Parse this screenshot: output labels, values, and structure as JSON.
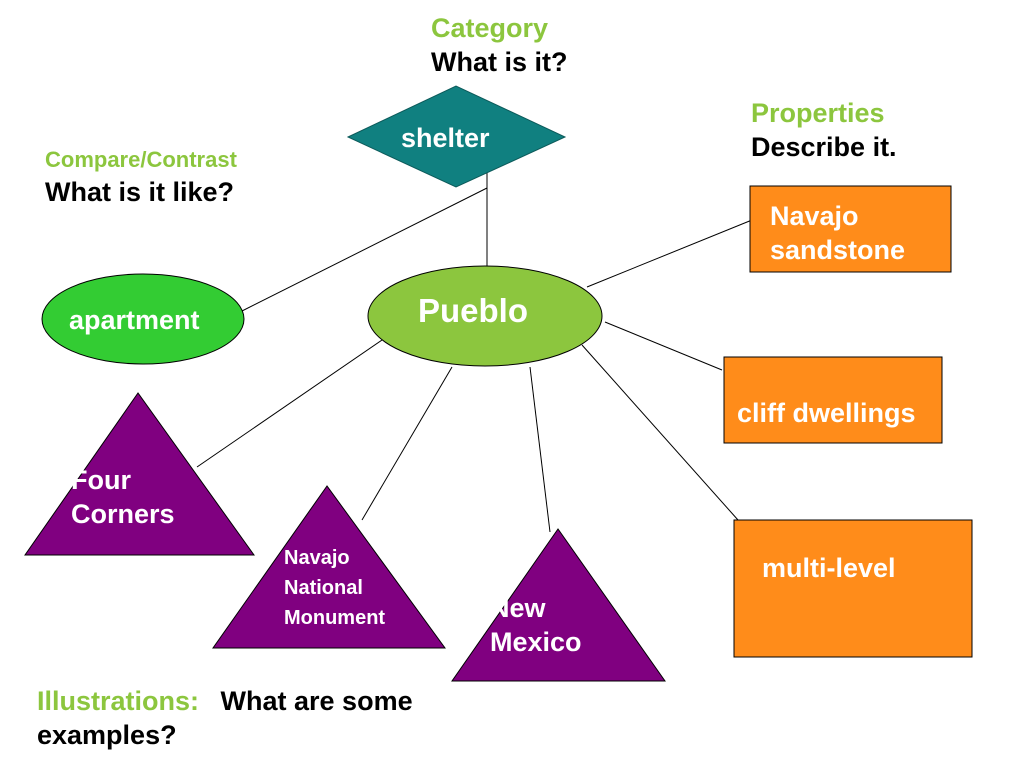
{
  "colors": {
    "label_green": "#8cc63e",
    "shelter_fill": "#108080",
    "pueblo_fill": "#8cc63e",
    "apartment_fill": "#33cc33",
    "orange_fill": "#ff8c1a",
    "purple_fill": "#800080",
    "line": "#000000"
  },
  "category": {
    "heading": "Category",
    "question": "What is it?",
    "node": "shelter"
  },
  "properties": {
    "heading": "Properties",
    "question": "Describe it."
  },
  "compare": {
    "heading": "Compare/Contrast",
    "question": "What is it like?",
    "node": "apartment"
  },
  "center": {
    "label": "Pueblo"
  },
  "property_nodes": [
    {
      "line1": "Navajo",
      "line2": "sandstone"
    },
    {
      "line1": "cliff dwellings"
    },
    {
      "line1": "multi-level"
    }
  ],
  "illustration_nodes": [
    {
      "line1": "Four",
      "line2": "Corners"
    },
    {
      "line1": "Navajo",
      "line2": "National",
      "line3": "Monument"
    },
    {
      "line1": "New",
      "line2": "Mexico"
    }
  ],
  "illustrations": {
    "heading": "Illustrations:",
    "question_line1": "What are some",
    "question_line2": "examples?"
  }
}
